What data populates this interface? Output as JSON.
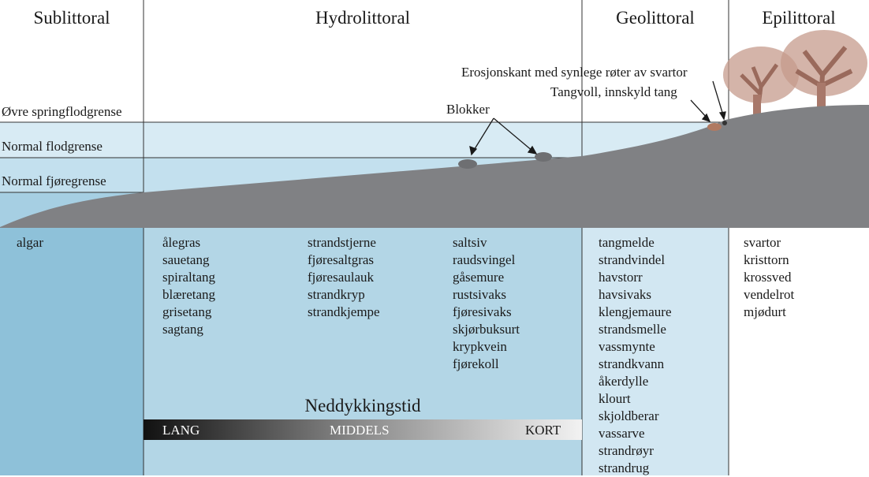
{
  "zones": {
    "sublittoral": "Sublittoral",
    "hydrolittoral": "Hydrolittoral",
    "geolittoral": "Geolittoral",
    "epilittoral": "Epilittoral"
  },
  "levels": {
    "upper_spring_tide": "Øvre springflodgrense",
    "normal_high_tide": "Normal flodgrense",
    "normal_low_tide": "Normal fjøregrense"
  },
  "annotations": {
    "erosion_edge": "Erosjonskant med synlege røter av svartor",
    "wrack": "Tangvoll, innskyld tang",
    "boulders": "Blokker"
  },
  "species": {
    "sublittoral": [
      "algar"
    ],
    "hydrolittoral_col1": [
      "ålegras",
      "sauetang",
      "spiraltang",
      "blæretang",
      "grisetang",
      "sagtang"
    ],
    "hydrolittoral_col2": [
      "strandstjerne",
      "fjøresaltgras",
      "fjøresaulauk",
      "strandkryp",
      "strandkjempe"
    ],
    "hydrolittoral_col3": [
      "saltsiv",
      "raudsvingel",
      "gåsemure",
      "rustsivaks",
      "fjøresivaks",
      "skjørbuksurt",
      "krypkvein",
      "fjørekoll"
    ],
    "geolittoral": [
      "tangmelde",
      "strandvindel",
      "havstorr",
      "havsivaks",
      "klengjemaure",
      "strandsmelle",
      "vassmynte",
      "strandkvann",
      "åkerdylle",
      "klourt",
      "skjoldberar",
      "vassarve",
      "strandrøyr",
      "strandrug"
    ],
    "epilittoral": [
      "svartor",
      "kristtorn",
      "krossved",
      "vendelrot",
      "mjødurt"
    ]
  },
  "submersion": {
    "title": "Neddykkingstid",
    "long": "LANG",
    "medium": "MIDDELS",
    "short": "KORT"
  },
  "colors": {
    "sublittoral_bg": "#8ec1d9",
    "hydrolittoral_bg": "#b3d6e6",
    "geolittoral_bg": "#d2e7f2",
    "sea_upper": "#d8ebf4",
    "sea_mid": "#c3e0ee",
    "sea_low": "#a6cfe3",
    "land": "#808184",
    "tree": "#a8786a"
  }
}
